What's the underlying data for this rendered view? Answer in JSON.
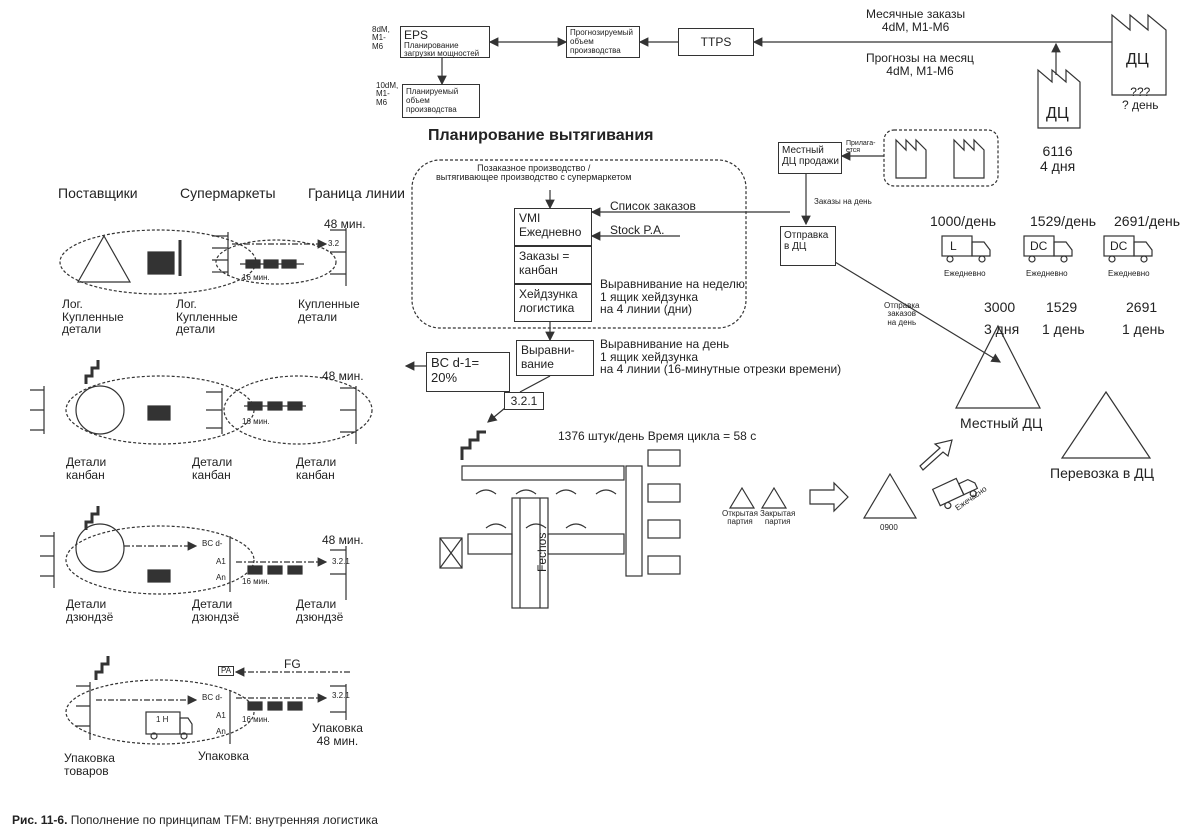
{
  "top": {
    "eps_left": "8dM,\nM1-\nM6",
    "eps_title": "EPS",
    "eps_sub": "Планирование\nзагрузки мощностей",
    "forecast_box": "Прогнозируемый\nобъем\nпроизводства",
    "ttps": "TTPS",
    "plan_left": "10dM,\nM1-\nM6",
    "plan_box": "Планируемый\nобъем\nпроизводства",
    "monthly_orders": "Месячные заказы\n4dM, M1-M6",
    "monthly_forecast": "Прогнозы на месяц\n4dM, M1-M6",
    "dc_right": "ДЦ",
    "dc_mid": "ДЦ",
    "dc_q": "???\n? день",
    "dc_mid_val": "6116\n4 дня"
  },
  "pull": {
    "title": "Планирование вытягивания",
    "cloud_text": "Позаказное производство /\nвытягивающее производство с супермаркетом",
    "vmi": "VMI\nЕжедневно",
    "kanban_orders": "Заказы =\nканбан",
    "heijunka_log": "Хейдзунка\nлогистика",
    "order_list": "Список заказов",
    "stock": "Stock P.A.",
    "week_level": "Выравнивание на неделю\n1 ящик хейдзунка\nна 4 линии (дни)",
    "leveling": "Выравни-\nвание",
    "day_level": "Выравнивание на день\n1 ящик хейдзунка\nна 4 линии (16-минутные отрезки времени)",
    "bc": "BC d-1=\n20%",
    "code": "3.2.1",
    "cycle": "1376 штук/день Время цикла = 58 с",
    "fechos": "Fechos"
  },
  "local": {
    "attached": "Прилага-\nется",
    "local_dc_sales": "Местный\nДЦ продажи",
    "orders_per_day": "Заказы на день",
    "ship_box": "Отправка\nв ДЦ",
    "ship_orders": "Отправка\nзаказов\nна день",
    "local_dc": "Местный ДЦ",
    "transport_dc": "Перевозка в ДЦ",
    "open_batch": "Открытая\nпартия",
    "closed_batch": "Закрытая\nпартия",
    "code0900": "0900",
    "daily_diag": "Ежечасно"
  },
  "trucks": [
    {
      "rate": "1000/день",
      "freq": "Ежедневно",
      "letter": "L",
      "stock": "3000",
      "days": "3 дня"
    },
    {
      "rate": "1529/день",
      "freq": "Ежедневно",
      "letter": "DC",
      "stock": "1529",
      "days": "1 день"
    },
    {
      "rate": "2691/день",
      "freq": "Ежедневно",
      "letter": "DC",
      "stock": "2691",
      "days": "1 день"
    }
  ],
  "left": {
    "h_suppliers": "Поставщики",
    "h_supermarkets": "Супермаркеты",
    "h_border": "Граница линии",
    "r1_time": "48 мин.",
    "r1_a": "Лог.\nКупленные\nдетали",
    "r1_b": "Лог.\nКупленные\nдетали",
    "r1_c": "Купленные\nдетали",
    "r1_code": "3.2",
    "min16": "16 мин.",
    "r2_time": "48 мин.",
    "r2_a": "Детали\nканбан",
    "r2_b": "Детали\nканбан",
    "r2_c": "Детали\nканбан",
    "r3_time": "48 мин.",
    "r3_a": "Детали\nдзюндзё",
    "r3_b": "Детали\nдзюндзё",
    "r3_c": "Детали\nдзюндзё",
    "r3_bc": "BC d-",
    "r3_a1": "A1",
    "r3_an": "An",
    "r3_code": "3.2.1",
    "r4_pa": "PA",
    "r4_fg": "FG",
    "r4_bc": "BC d-",
    "r4_a1": "A1",
    "r4_an": "An",
    "r4_code": "3.2.1",
    "r4_truck": "1 H",
    "r4_a": "Упаковка\nтоваров",
    "r4_b": "Упаковка",
    "r4_c": "Упаковка\n48 мин."
  },
  "caption": {
    "bold": "Рис. 11-6.",
    "text": " Пополнение по принципам TFM: внутренняя логистика"
  }
}
